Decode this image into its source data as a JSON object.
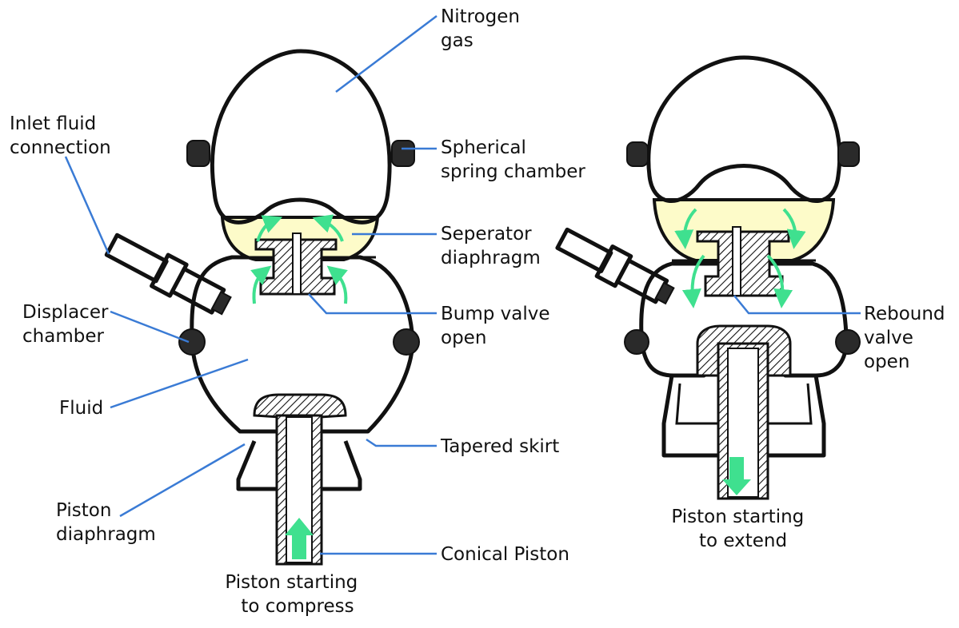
{
  "colors": {
    "gas": "#efaad6",
    "fluid": "#fdfbc9",
    "leader": "#3a7bd5",
    "flow_arrow": "#3fe08f"
  },
  "labels": {
    "nitrogen_gas": [
      "Nitrogen",
      "gas"
    ],
    "spherical_spring_chamber": [
      "Spherical",
      "spring chamber"
    ],
    "inlet_fluid_connection": [
      "Inlet fluid",
      "connection"
    ],
    "seperator_diaphragm": [
      "Seperator",
      "diaphragm"
    ],
    "displacer_chamber": [
      "Displacer",
      "chamber"
    ],
    "bump_valve_open": [
      "Bump valve",
      "open"
    ],
    "fluid": [
      "Fluid"
    ],
    "tapered_skirt": [
      "Tapered skirt"
    ],
    "piston_diaphragm": [
      "Piston",
      "diaphragm"
    ],
    "conical_piston": [
      "Conical Piston"
    ],
    "rebound_valve_open": [
      "Rebound",
      "valve",
      "open"
    ]
  },
  "captions": {
    "compress": [
      "Piston starting",
      "to compress"
    ],
    "extend": [
      "Piston starting",
      "to extend"
    ]
  }
}
